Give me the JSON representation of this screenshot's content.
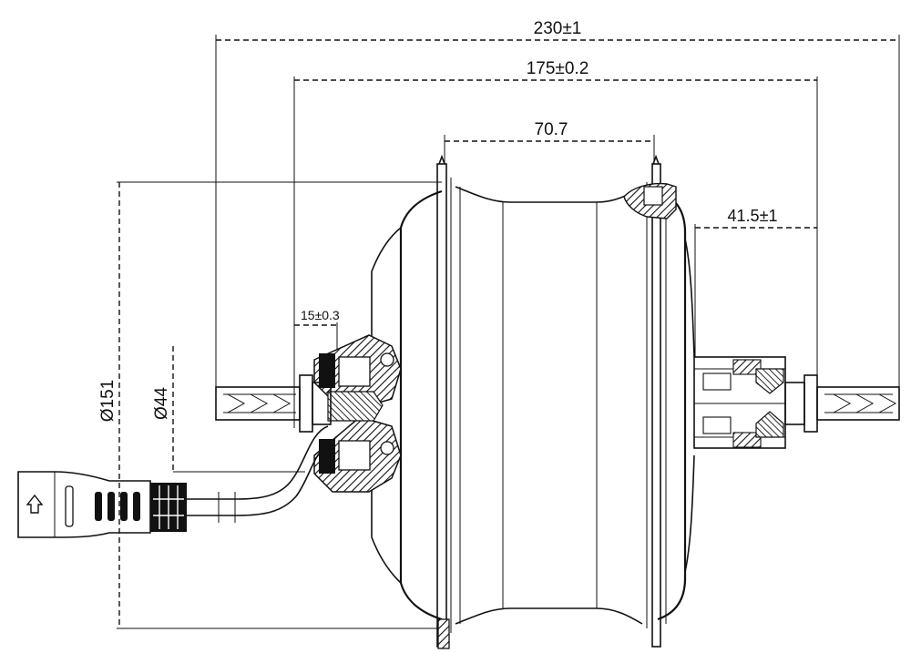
{
  "dimensions": {
    "overall_width": "230±1",
    "dropout_width": "175±0.2",
    "flange_spacing": "70.7",
    "right_offset": "41.5±1",
    "left_offset": "15±0.3",
    "shell_diameter": "Ø151",
    "axle_diameter": "Ø44"
  },
  "colors": {
    "line": "#111111",
    "background": "#ffffff",
    "hatch": "#111111"
  }
}
